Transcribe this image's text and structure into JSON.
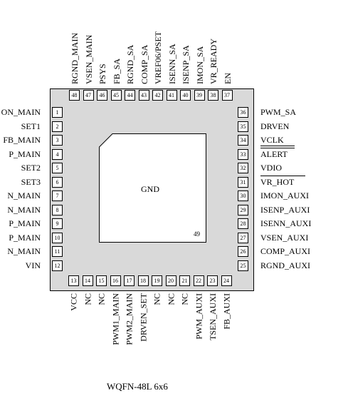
{
  "package": "WQFN-48L 6x6",
  "exposed_pad": {
    "label": "GND",
    "number": "49"
  },
  "top_pins": [
    {
      "num": "48",
      "label": "RGND_MAIN"
    },
    {
      "num": "47",
      "label": "VSEN_MAIN"
    },
    {
      "num": "46",
      "label": "PSYS"
    },
    {
      "num": "45",
      "label": "FB_SA"
    },
    {
      "num": "44",
      "label": "RGND_SA"
    },
    {
      "num": "43",
      "label": "COMP_SA"
    },
    {
      "num": "42",
      "label": "VREF06/PSET"
    },
    {
      "num": "41",
      "label": "ISENN_SA"
    },
    {
      "num": "40",
      "label": "ISENP_SA"
    },
    {
      "num": "39",
      "label": "IMON_SA"
    },
    {
      "num": "38",
      "label": "VR_READY"
    },
    {
      "num": "37",
      "label": "EN"
    }
  ],
  "left_pins": [
    {
      "num": "1",
      "label": "ON_MAIN"
    },
    {
      "num": "2",
      "label": "SET1"
    },
    {
      "num": "3",
      "label": "FB_MAIN"
    },
    {
      "num": "4",
      "label": "P_MAIN"
    },
    {
      "num": "5",
      "label": "SET2"
    },
    {
      "num": "6",
      "label": "SET3"
    },
    {
      "num": "7",
      "label": "N_MAIN"
    },
    {
      "num": "8",
      "label": "N_MAIN"
    },
    {
      "num": "9",
      "label": "P_MAIN"
    },
    {
      "num": "10",
      "label": "P_MAIN"
    },
    {
      "num": "11",
      "label": "N_MAIN"
    },
    {
      "num": "12",
      "label": "VIN"
    }
  ],
  "right_pins": [
    {
      "num": "36",
      "label": "PWM_SA"
    },
    {
      "num": "35",
      "label": "DRVEN"
    },
    {
      "num": "34",
      "label": "VCLK"
    },
    {
      "num": "33",
      "label": "ALERT"
    },
    {
      "num": "32",
      "label": "VDIO"
    },
    {
      "num": "31",
      "label": "VR_HOT"
    },
    {
      "num": "30",
      "label": "IMON_AUXI"
    },
    {
      "num": "29",
      "label": "ISENP_AUXI"
    },
    {
      "num": "28",
      "label": "ISENN_AUXI"
    },
    {
      "num": "27",
      "label": "VSEN_AUXI"
    },
    {
      "num": "26",
      "label": "COMP_AUXI"
    },
    {
      "num": "25",
      "label": "RGND_AUXI"
    }
  ],
  "bottom_pins": [
    {
      "num": "13",
      "label": "VCC"
    },
    {
      "num": "14",
      "label": "NC"
    },
    {
      "num": "15",
      "label": "NC"
    },
    {
      "num": "16",
      "label": "PWM1_MAIN"
    },
    {
      "num": "17",
      "label": "PWM2_MAIN"
    },
    {
      "num": "18",
      "label": "DRVEN_SET"
    },
    {
      "num": "19",
      "label": "NC"
    },
    {
      "num": "20",
      "label": "NC"
    },
    {
      "num": "21",
      "label": "NC"
    },
    {
      "num": "22",
      "label": "PWM_AUXI"
    },
    {
      "num": "23",
      "label": "TSEN_AUXI"
    },
    {
      "num": "24",
      "label": "FB_AUXI"
    }
  ]
}
